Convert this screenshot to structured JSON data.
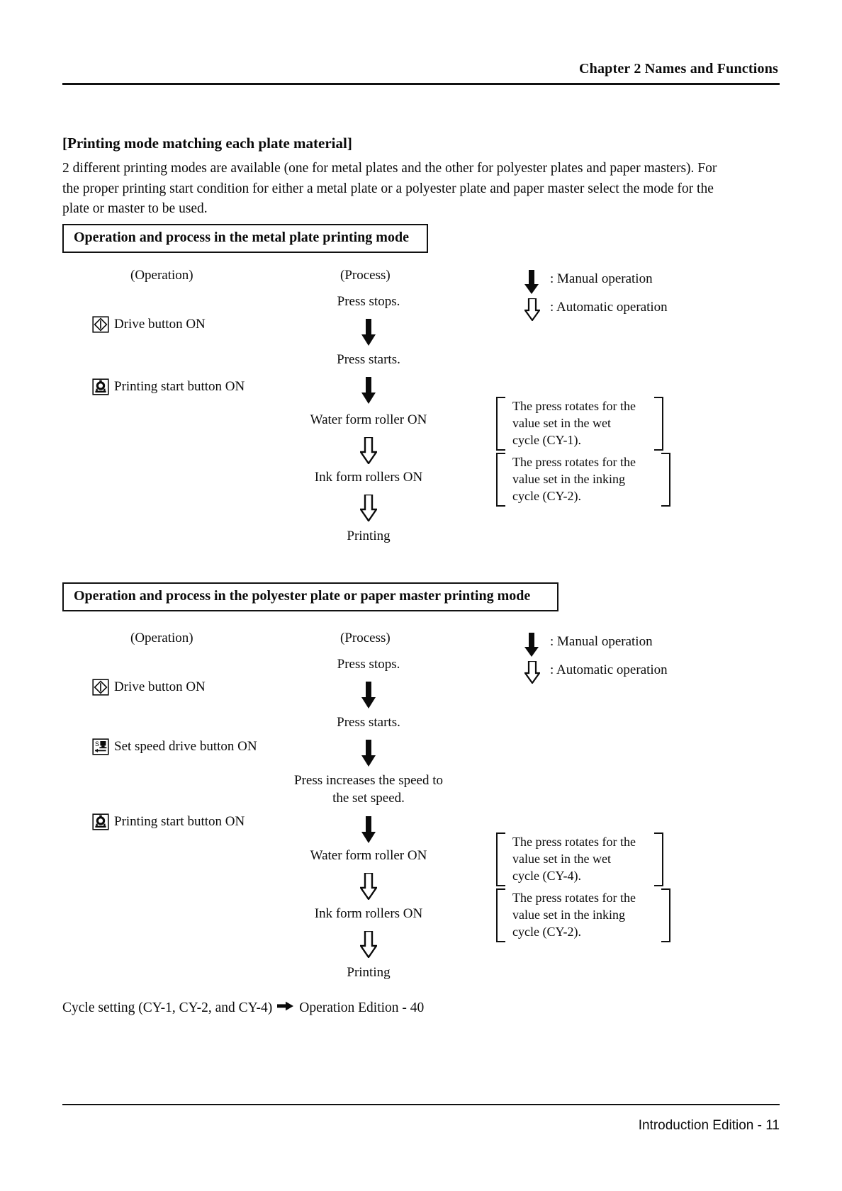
{
  "header": {
    "chapter": "Chapter 2  Names and Functions"
  },
  "intro": {
    "title": "[Printing mode matching each plate material]",
    "body": "2 different printing modes are available (one for metal plates and the other for polyester plates and paper masters). For the proper printing start condition for either a metal plate or a polyester plate and paper master select the mode for the plate or master to be used."
  },
  "legend": {
    "manual": ": Manual operation",
    "automatic": ": Automatic operation"
  },
  "columns": {
    "operation": "(Operation)",
    "process": "(Process)"
  },
  "sections": [
    {
      "heading": "Operation and process in the metal plate printing mode",
      "operations": [
        {
          "icon": "drive-button-icon",
          "label": "Drive button ON"
        },
        {
          "icon": "printing-start-button-icon",
          "label": "Printing start button ON"
        }
      ],
      "process_steps": [
        "Press stops.",
        "Press starts.",
        "Water form roller ON",
        "Ink form rollers ON",
        "Printing"
      ],
      "arrows": [
        "manual",
        "manual",
        "automatic",
        "automatic"
      ],
      "notes": [
        "The press rotates for the\nvalue set in the wet\ncycle (CY-1).",
        "The press rotates for the\nvalue set in the inking\ncycle (CY-2)."
      ]
    },
    {
      "heading": "Operation and process in the polyester plate or paper master printing mode",
      "operations": [
        {
          "icon": "drive-button-icon",
          "label": "Drive button ON"
        },
        {
          "icon": "set-speed-drive-button-icon",
          "label": "Set speed drive button ON"
        },
        {
          "icon": "printing-start-button-icon",
          "label": "Printing start button ON"
        }
      ],
      "process_steps": [
        "Press stops.",
        "Press starts.",
        "Press increases the speed  to\nthe set speed.",
        "Water form roller ON",
        "Ink form rollers ON",
        "Printing"
      ],
      "arrows": [
        "manual",
        "manual",
        "manual",
        "automatic",
        "automatic"
      ],
      "notes": [
        "The press rotates for the\nvalue set in the wet\ncycle (CY-4).",
        "The press rotates for the\nvalue set in the inking\ncycle (CY-2)."
      ]
    }
  ],
  "cycle_note": {
    "before": "Cycle setting (CY-1, CY-2, and CY-4)",
    "after": "Operation Edition - 40"
  },
  "footer": {
    "page": "Introduction Edition - 11"
  },
  "colors": {
    "ink": "#0b0b0b",
    "paper": "#ffffff"
  }
}
